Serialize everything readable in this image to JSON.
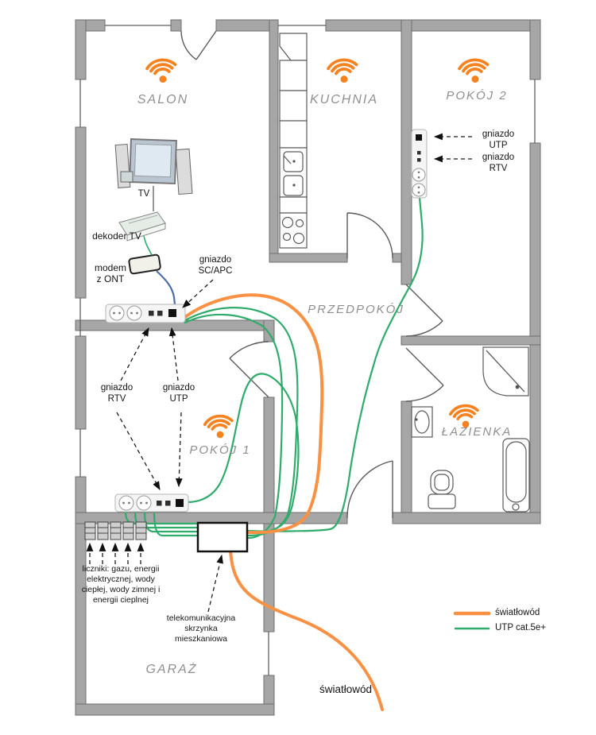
{
  "colors": {
    "wifi": "#F5821F",
    "fiber": "#F89143",
    "utp": "#2FAB6B",
    "modem_cable": "#4A6FA5",
    "wall": "#A6A6A6"
  },
  "rooms": {
    "salon": "SALON",
    "kuchnia": "KUCHNIA",
    "pokoj2": "POKÓJ 2",
    "przedpokoj": "PRZEDPOKÓJ",
    "pokoj1": "POKÓJ 1",
    "lazienka": "ŁAZIENKA",
    "garaz": "GARAŻ"
  },
  "annotations": {
    "salon": {
      "tv": "TV",
      "dekoder": "dekoder TV",
      "modem": "modem\nz ONT",
      "sc_apc": "gniazdo\nSC/APC"
    },
    "pokoj1": {
      "rtv": "gniazdo\nRTV",
      "utp": "gniazdo\nUTP"
    },
    "pokoj2": {
      "utp": "gniazdo\nUTP",
      "rtv": "gniazdo\nRTV"
    },
    "garaz": {
      "liczniki": "liczniki: gazu, energii\nelektrycznej, wody\nciepłej, wody zimnej i\nenergii cieplnej",
      "skrzynka": "telekomunikacyjna\nskrzynka\nmieszkaniowa"
    },
    "fiber_inlet": "światłowód"
  },
  "legend": {
    "fiber_label": "światłowód",
    "utp_label": "UTP cat.5e+"
  }
}
